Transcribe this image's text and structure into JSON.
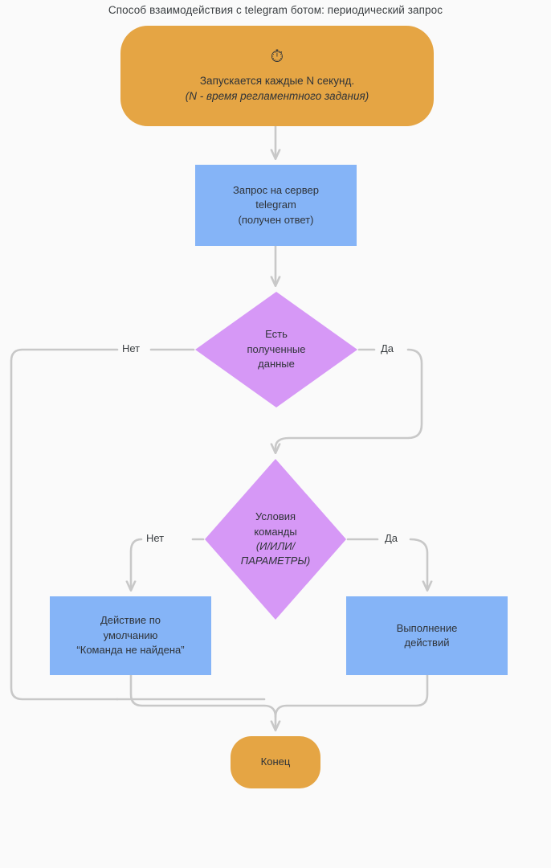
{
  "title": "Способ взаимодействия с telegram ботом: периодический запрос",
  "colors": {
    "background": "#fafafa",
    "start_end_fill": "#e5a544",
    "process_fill": "#85b4f7",
    "decision_fill": "#d698f6",
    "edge_stroke": "#c8c8c8",
    "text": "#2f3338",
    "title_text": "#3c4043"
  },
  "nodes": {
    "start": {
      "icon": "stopwatch-icon",
      "icon_glyph": "⏱",
      "line1": "Запускается каждые  N секунд.",
      "line2": "(N - время регламентного задания)",
      "shape": "stadium",
      "fill": "#e5a544"
    },
    "request": {
      "line1": "Запрос на сервер",
      "line2": "telegram",
      "line3": "(получен ответ)",
      "shape": "rect",
      "fill": "#85b4f7"
    },
    "decision_data": {
      "line1": "Есть",
      "line2": "полученные",
      "line3": "данные",
      "shape": "diamond",
      "fill": "#d698f6"
    },
    "decision_command": {
      "line1": "Условия",
      "line2": "команды",
      "line3": "(И/ИЛИ/",
      "line4": "ПАРАМЕТРЫ)",
      "shape": "diamond",
      "fill": "#d698f6"
    },
    "default_action": {
      "line1": "Действие по",
      "line2": "умолчанию",
      "line3": "“Команда не найдена”",
      "shape": "rect",
      "fill": "#85b4f7"
    },
    "exec_action": {
      "line1": "Выполнение",
      "line2": "действий",
      "shape": "rect",
      "fill": "#85b4f7"
    },
    "end": {
      "label": "Конец",
      "shape": "stadium",
      "fill": "#e5a544"
    }
  },
  "edges": [
    {
      "id": "start-to-request",
      "from": "start",
      "to": "request",
      "label": ""
    },
    {
      "id": "request-to-decision-data",
      "from": "request",
      "to": "decision_data",
      "label": ""
    },
    {
      "id": "decision-data-no",
      "from": "decision_data",
      "to": "end",
      "label": "Нет"
    },
    {
      "id": "decision-data-yes",
      "from": "decision_data",
      "to": "decision_command",
      "label": "Да"
    },
    {
      "id": "decision-command-no",
      "from": "decision_command",
      "to": "default_action",
      "label": "Нет"
    },
    {
      "id": "decision-command-yes",
      "from": "decision_command",
      "to": "exec_action",
      "label": "Да"
    },
    {
      "id": "default-action-to-end",
      "from": "default_action",
      "to": "end",
      "label": ""
    },
    {
      "id": "exec-action-to-end",
      "from": "exec_action",
      "to": "end",
      "label": ""
    }
  ],
  "edge_labels": {
    "decision_data_no": "Нет",
    "decision_data_yes": "Да",
    "decision_command_no": "Нет",
    "decision_command_yes": "Да"
  }
}
